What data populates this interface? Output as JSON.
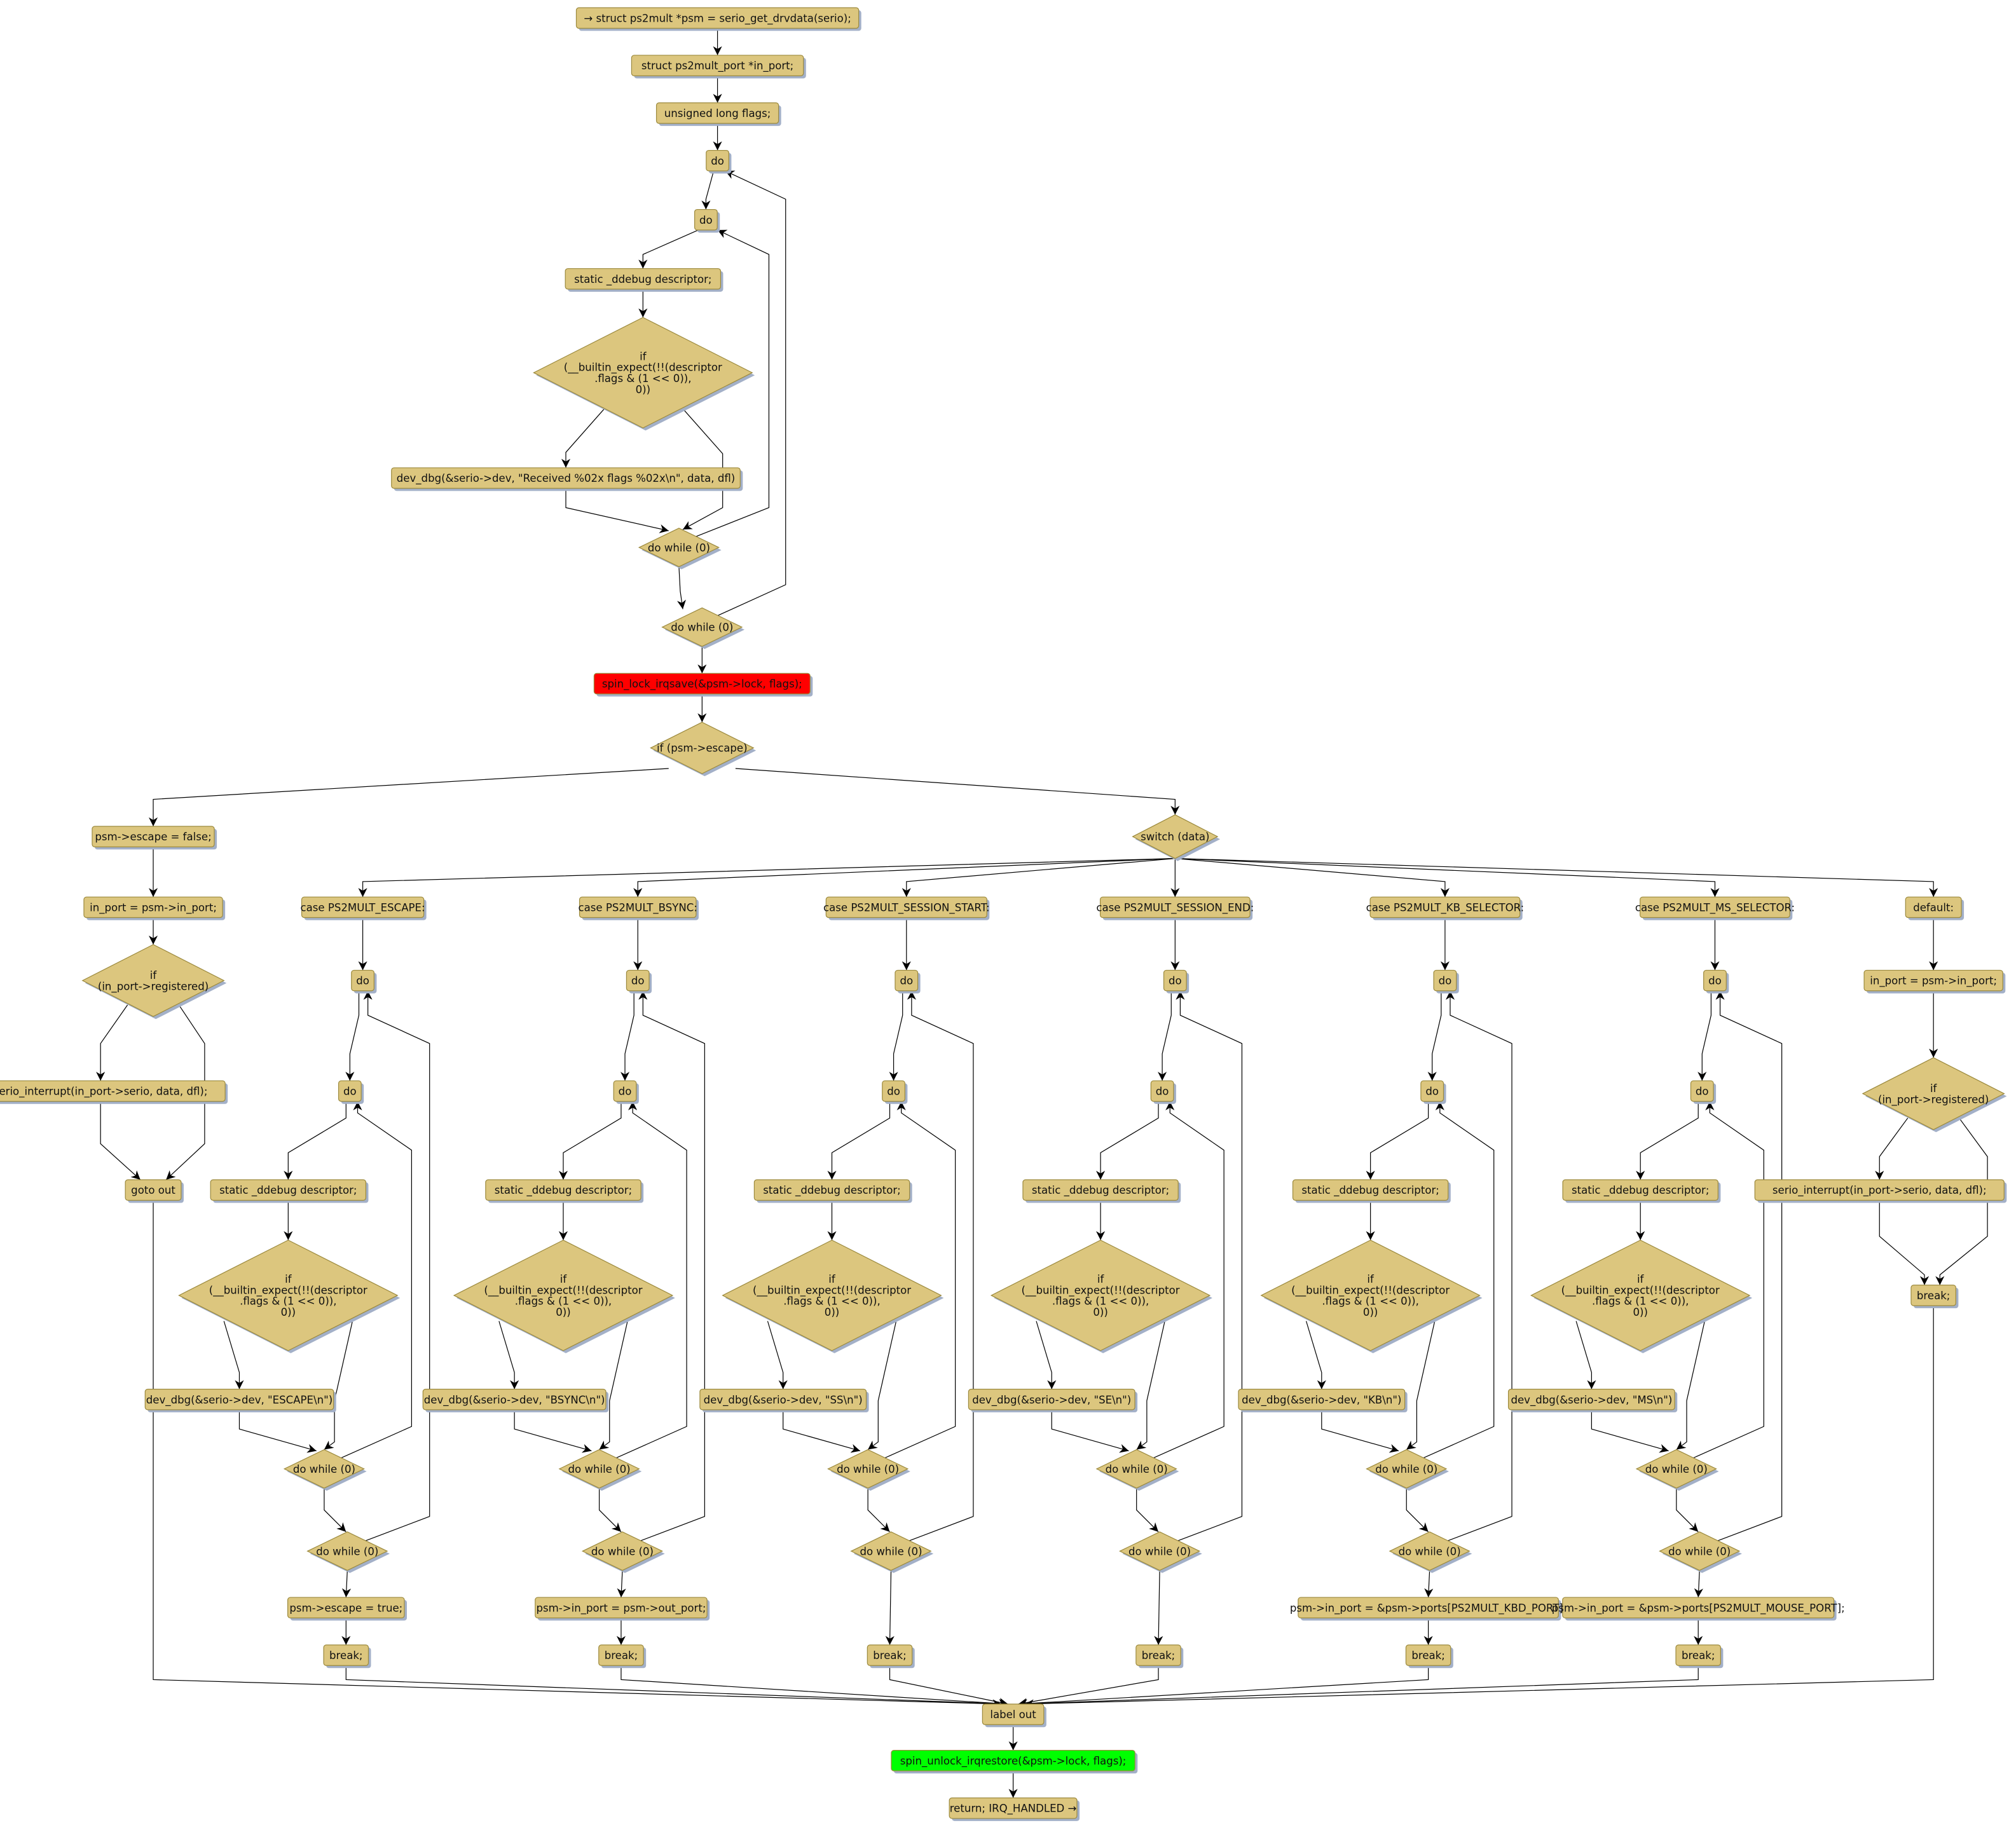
{
  "colors": {
    "node_fill": "#dcc67e",
    "node_stroke": "#9c8a3e",
    "shadow": "#a3b0c8",
    "lock_fill": "#ff0000",
    "unlock_fill": "#00ff00",
    "edge": "#000000"
  },
  "header": {
    "entry": "→ struct ps2mult *psm = serio_get_drvdata(serio);",
    "decl_in_port": "struct ps2mult_port *in_port;",
    "decl_flags": "unsigned long flags;",
    "do_outer": "do",
    "do_inner": "do",
    "static_desc": "static _ddebug descriptor;",
    "if_debug": [
      "if",
      "(__builtin_expect(!!(descriptor",
      ".flags & (1 << 0)),",
      "0))"
    ],
    "dev_dbg": "dev_dbg(&serio->dev, \"Received %02x flags %02x\\n\", data, dfl)",
    "do_while_inner": "do while (0)",
    "do_while_outer": "do while (0)",
    "spin_lock": "spin_lock_irqsave(&psm->lock, flags);",
    "if_escape": "if (psm->escape)"
  },
  "escape_branch": {
    "reset": "psm->escape = false;",
    "in_port": "in_port = psm->in_port;",
    "if_registered": [
      "if",
      "(in_port->registered)"
    ],
    "serio_interrupt": "serio_interrupt(in_port->serio, data, dfl);",
    "goto": "goto out"
  },
  "switch": {
    "label": "switch (data)",
    "cases": [
      {
        "label": "case PS2MULT_ESCAPE:",
        "do_outer": "do",
        "do_inner": "do",
        "static_desc": "static _ddebug descriptor;",
        "if_debug": [
          "if",
          "(__builtin_expect(!!(descriptor",
          ".flags & (1 << 0)),",
          "0))"
        ],
        "dev_dbg": "dev_dbg(&serio->dev, \"ESCAPE\\n\")",
        "do_while_inner": "do while (0)",
        "do_while_outer": "do while (0)",
        "assign": "psm->escape = true;",
        "break": "break;"
      },
      {
        "label": "case PS2MULT_BSYNC:",
        "do_outer": "do",
        "do_inner": "do",
        "static_desc": "static _ddebug descriptor;",
        "if_debug": [
          "if",
          "(__builtin_expect(!!(descriptor",
          ".flags & (1 << 0)),",
          "0))"
        ],
        "dev_dbg": "dev_dbg(&serio->dev, \"BSYNC\\n\")",
        "do_while_inner": "do while (0)",
        "do_while_outer": "do while (0)",
        "assign": "psm->in_port = psm->out_port;",
        "break": "break;"
      },
      {
        "label": "case PS2MULT_SESSION_START:",
        "do_outer": "do",
        "do_inner": "do",
        "static_desc": "static _ddebug descriptor;",
        "if_debug": [
          "if",
          "(__builtin_expect(!!(descriptor",
          ".flags & (1 << 0)),",
          "0))"
        ],
        "dev_dbg": "dev_dbg(&serio->dev, \"SS\\n\")",
        "do_while_inner": "do while (0)",
        "do_while_outer": "do while (0)",
        "break": "break;"
      },
      {
        "label": "case PS2MULT_SESSION_END:",
        "do_outer": "do",
        "do_inner": "do",
        "static_desc": "static _ddebug descriptor;",
        "if_debug": [
          "if",
          "(__builtin_expect(!!(descriptor",
          ".flags & (1 << 0)),",
          "0))"
        ],
        "dev_dbg": "dev_dbg(&serio->dev, \"SE\\n\")",
        "do_while_inner": "do while (0)",
        "do_while_outer": "do while (0)",
        "break": "break;"
      },
      {
        "label": "case PS2MULT_KB_SELECTOR:",
        "do_outer": "do",
        "do_inner": "do",
        "static_desc": "static _ddebug descriptor;",
        "if_debug": [
          "if",
          "(__builtin_expect(!!(descriptor",
          ".flags & (1 << 0)),",
          "0))"
        ],
        "dev_dbg": "dev_dbg(&serio->dev, \"KB\\n\")",
        "do_while_inner": "do while (0)",
        "do_while_outer": "do while (0)",
        "assign": "psm->in_port = &psm->ports[PS2MULT_KBD_PORT];",
        "break": "break;"
      },
      {
        "label": "case PS2MULT_MS_SELECTOR:",
        "do_outer": "do",
        "do_inner": "do",
        "static_desc": "static _ddebug descriptor;",
        "if_debug": [
          "if",
          "(__builtin_expect(!!(descriptor",
          ".flags & (1 << 0)),",
          "0))"
        ],
        "dev_dbg": "dev_dbg(&serio->dev, \"MS\\n\")",
        "do_while_inner": "do while (0)",
        "do_while_outer": "do while (0)",
        "assign": "psm->in_port = &psm->ports[PS2MULT_MOUSE_PORT];",
        "break": "break;"
      }
    ],
    "default": {
      "label": "default:",
      "in_port": "in_port = psm->in_port;",
      "if_registered": [
        "if",
        "(in_port->registered)"
      ],
      "serio_interrupt": "serio_interrupt(in_port->serio, data, dfl);",
      "break": "break;"
    }
  },
  "footer": {
    "label_out": "label out",
    "spin_unlock": "spin_unlock_irqrestore(&psm->lock, flags);",
    "return": "return; IRQ_HANDLED →"
  }
}
